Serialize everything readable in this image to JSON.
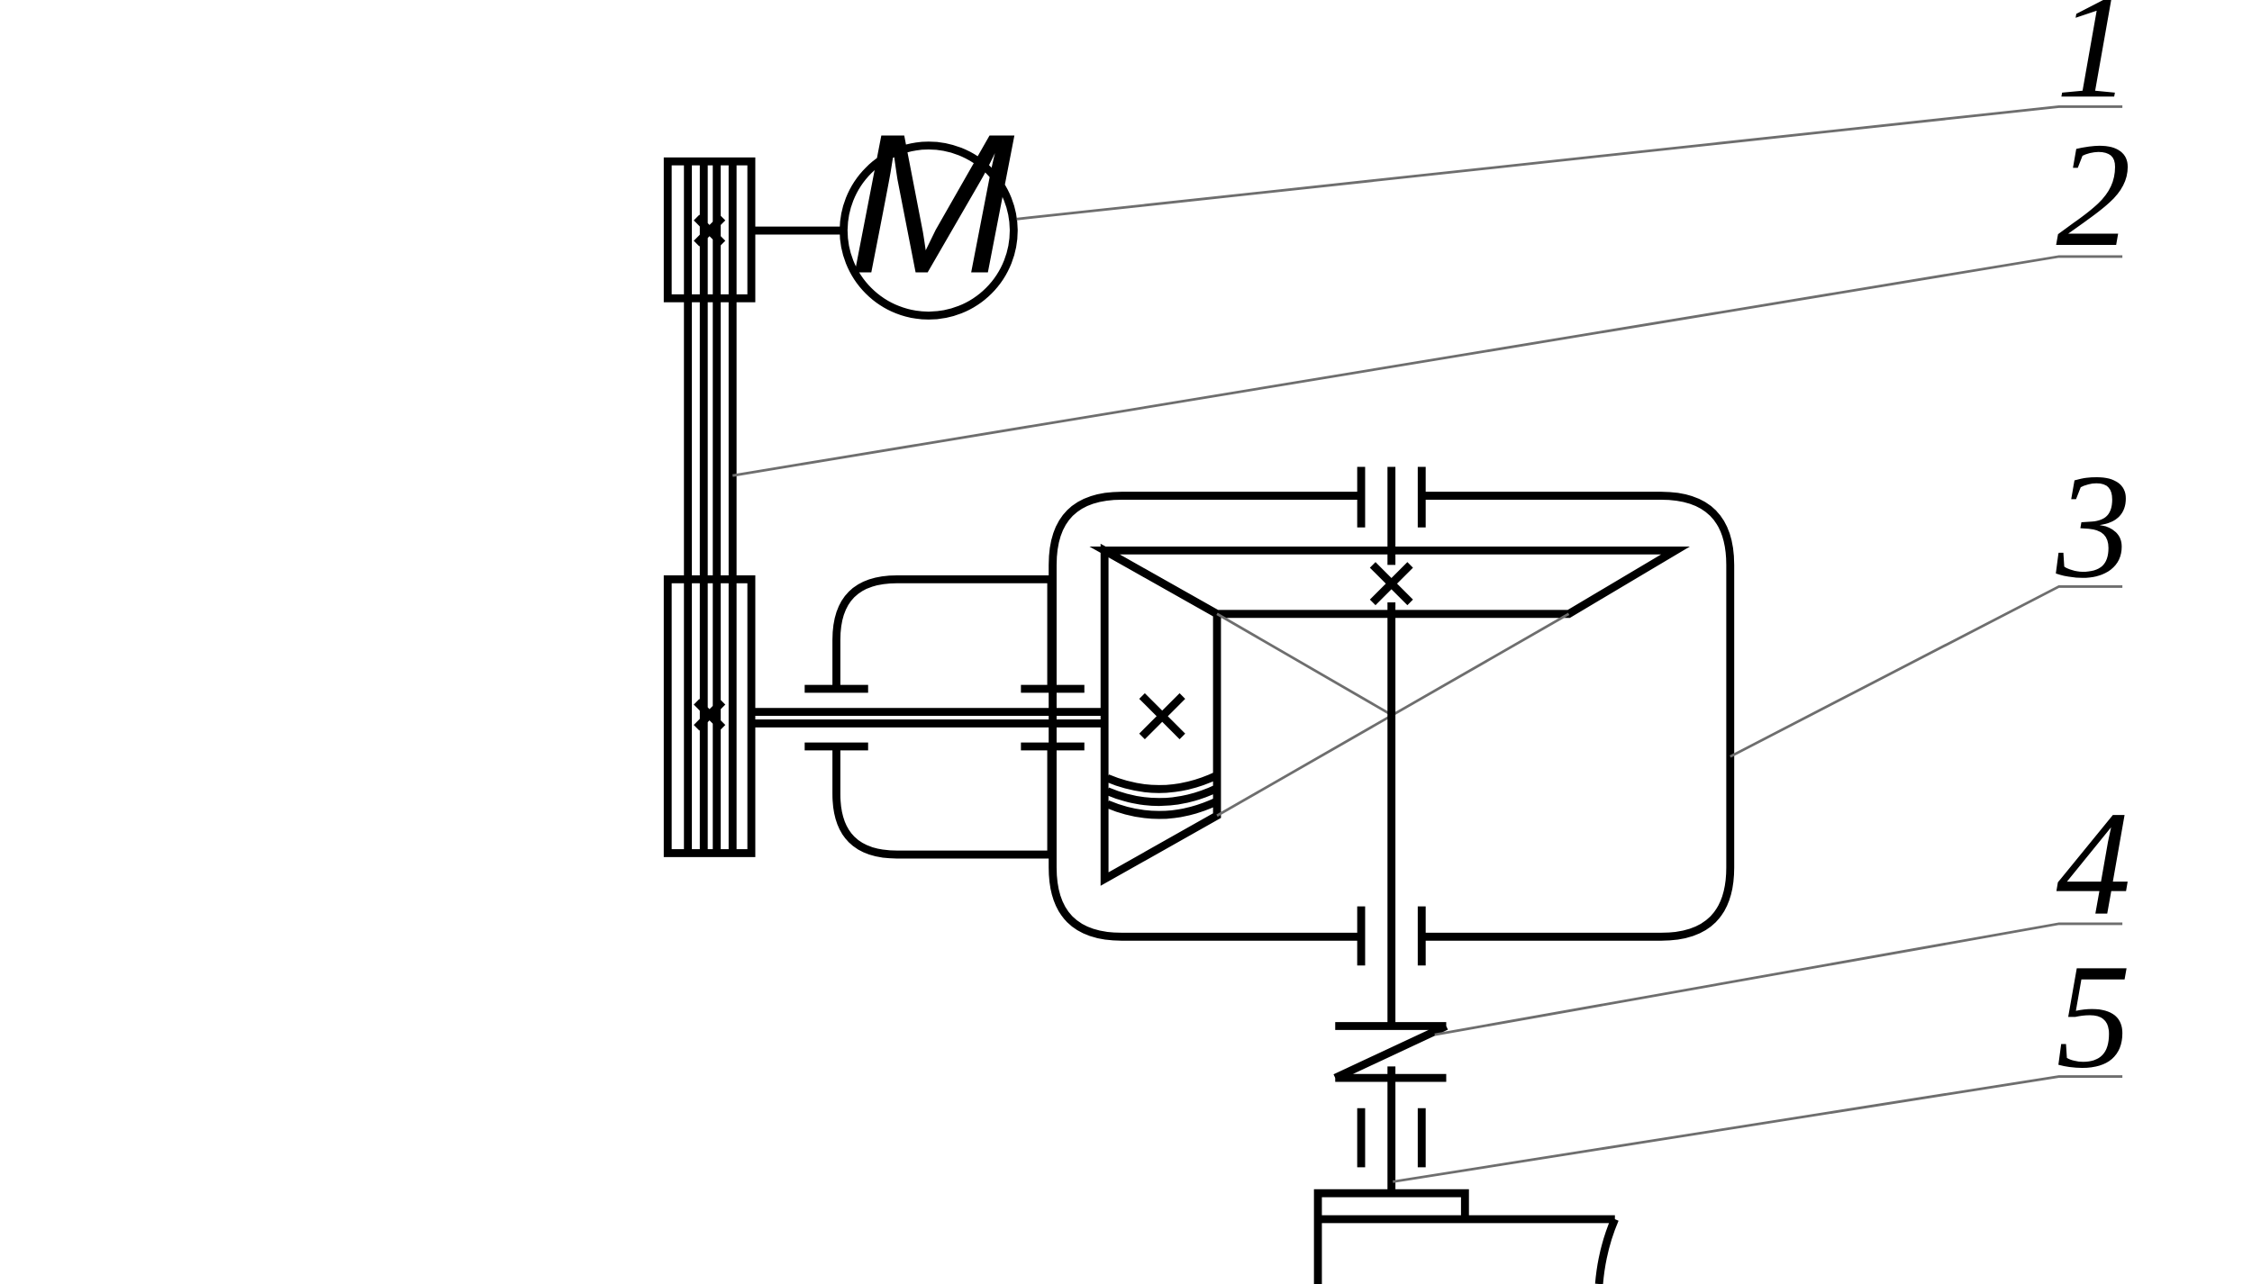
{
  "motor": {
    "symbol": "M"
  },
  "callouts": [
    {
      "id": "1",
      "label": "1"
    },
    {
      "id": "2",
      "label": "2"
    },
    {
      "id": "3",
      "label": "3"
    },
    {
      "id": "4",
      "label": "4"
    },
    {
      "id": "5",
      "label": "5"
    }
  ],
  "colors": {
    "stroke": "#000000",
    "leader": "#6e6e6e",
    "background": "#ffffff"
  }
}
